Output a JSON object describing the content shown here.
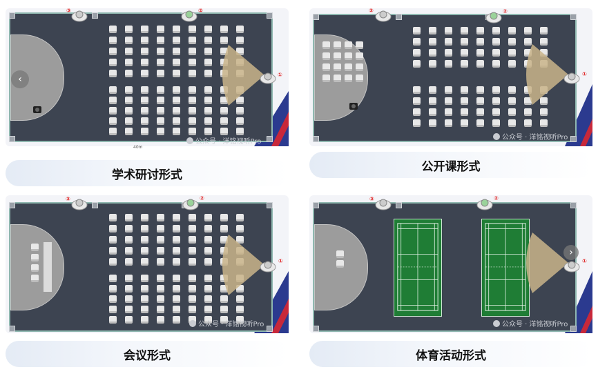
{
  "layouts": [
    {
      "id": "academic",
      "label": "学术研讨形式"
    },
    {
      "id": "open-class",
      "label": "公开课形式"
    },
    {
      "id": "meeting",
      "label": "会议形式"
    },
    {
      "id": "sports",
      "label": "体育活动形式"
    }
  ],
  "watermark": "公众号 · 洋铭视听Pro",
  "camera_numbers": {
    "one": "①",
    "two": "②",
    "three": "③"
  },
  "nav": {
    "prev_icon": "‹",
    "next_icon": "›"
  },
  "scale_label": "40m",
  "colors": {
    "room": "#3d4451",
    "beam": "#c9b48a",
    "court": "#1f7d35",
    "accent_red": "#e02020"
  }
}
